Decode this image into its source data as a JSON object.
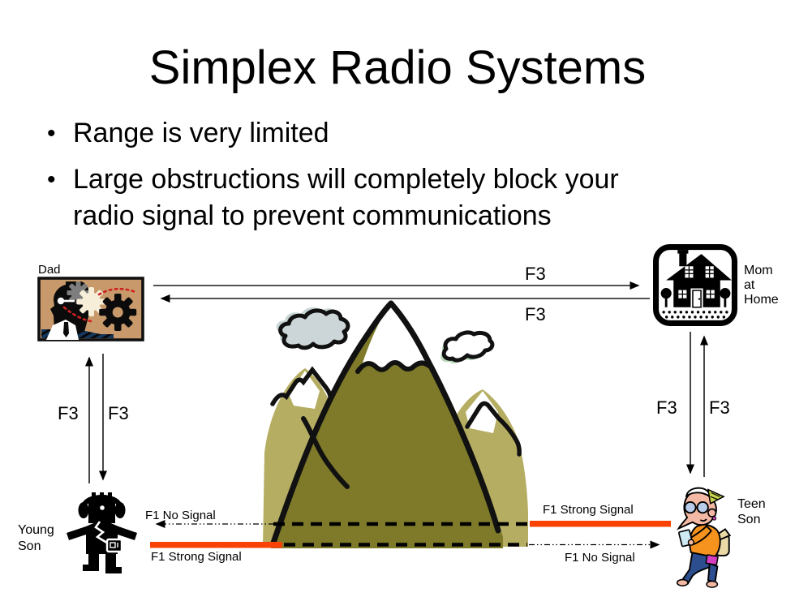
{
  "slide": {
    "title": "Simplex Radio Systems",
    "bullets": [
      "Range is very limited",
      "Large obstructions will completely block your\nradio signal to prevent communications"
    ]
  },
  "labels": {
    "dad": "Dad",
    "mom": [
      "Mom",
      "at",
      "Home"
    ],
    "young_son": [
      "Young",
      "Son"
    ],
    "teen_son": [
      "Teen",
      "Son"
    ]
  },
  "frequencies": {
    "top_forward": "F3",
    "top_return": "F3",
    "left_up": "F3",
    "left_down": "F3",
    "right_down": "F3",
    "right_up": "F3"
  },
  "signal_status": {
    "left_upper": "F1 No Signal",
    "left_lower": "F1 Strong Signal",
    "right_upper": "F1 Strong Signal",
    "right_lower": "F1 No Signal"
  },
  "icons": {
    "dad": "dad-thinking-gears-clipart",
    "mom": "house-clipart",
    "young_son": "boy-headphones-radio-clipart",
    "teen_son": "teen-with-phone-clipart",
    "obstruction": "mountain-with-clouds-clipart"
  },
  "colors": {
    "strong_signal_bar": "#fa4205",
    "mountain_dark": "#7e7a29",
    "mountain_light": "#b5ad62",
    "cloud_gray_blue": "#ccd6d8",
    "cloud_green_halo": "#b9d9ba",
    "dad_panel_tan": "#c89a6b",
    "teen_shirt": "#f6921e",
    "teen_pants": "#2c4e8f",
    "text": "#000000"
  }
}
